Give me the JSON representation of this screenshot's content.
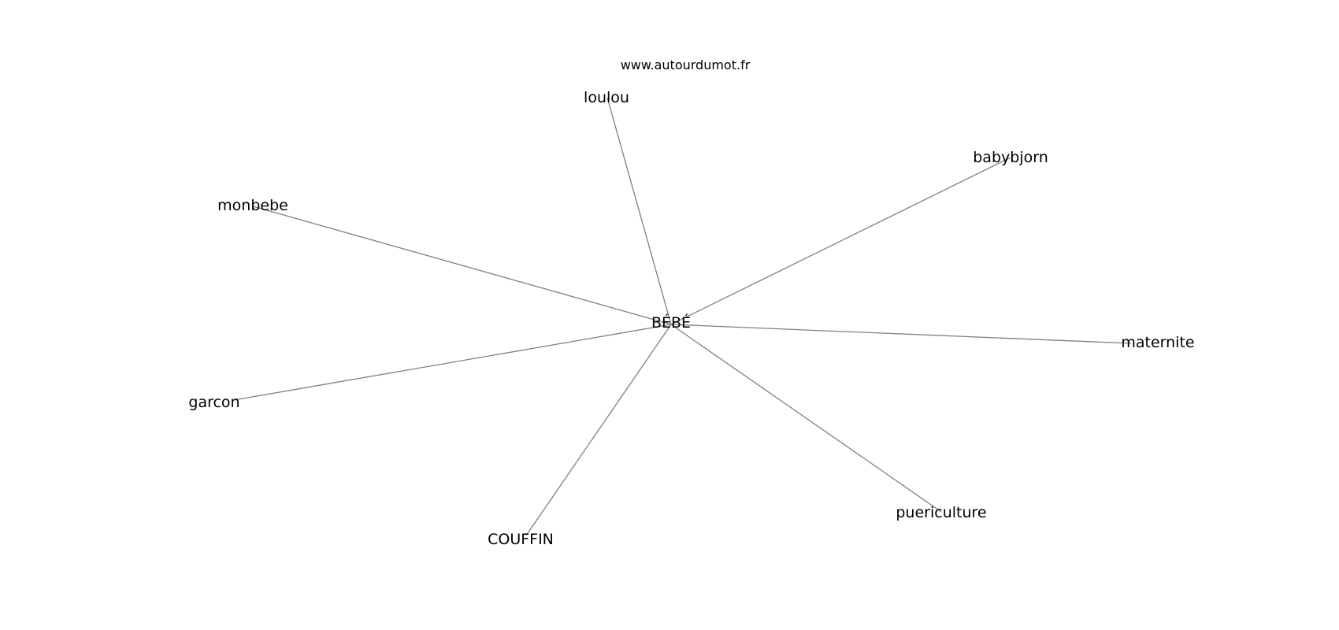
{
  "source": "www.autourdumot.fr",
  "center": {
    "id": "bebe",
    "label": "BÉBÉ"
  },
  "nodes": [
    {
      "id": "loulou",
      "label": "loulou"
    },
    {
      "id": "babybjorn",
      "label": "babybjorn"
    },
    {
      "id": "monbebe",
      "label": "monbebe"
    },
    {
      "id": "maternite",
      "label": "maternite"
    },
    {
      "id": "garcon",
      "label": "garcon"
    },
    {
      "id": "puericulture",
      "label": "puericulture"
    },
    {
      "id": "couffin",
      "label": "COUFFIN"
    }
  ],
  "edges": [
    [
      "bebe",
      "loulou"
    ],
    [
      "bebe",
      "babybjorn"
    ],
    [
      "bebe",
      "monbebe"
    ],
    [
      "bebe",
      "maternite"
    ],
    [
      "bebe",
      "garcon"
    ],
    [
      "bebe",
      "puericulture"
    ],
    [
      "bebe",
      "couffin"
    ]
  ]
}
